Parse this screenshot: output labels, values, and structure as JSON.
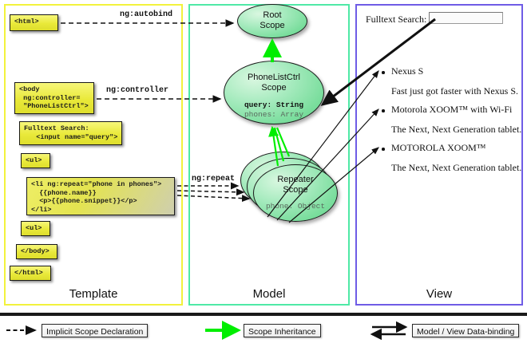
{
  "columns": {
    "template": {
      "label": "Template",
      "border_color": "#f2f23c"
    },
    "model": {
      "label": "Model",
      "border_color": "#4fe9a6"
    },
    "view": {
      "label": "View",
      "border_color": "#6f5ce6"
    }
  },
  "template_boxes": [
    {
      "id": "html-open",
      "text": "<html>"
    },
    {
      "id": "body-open",
      "text": "<body\n ng:controller=\n \"PhoneListCtrl\">"
    },
    {
      "id": "search",
      "text": "Fulltext Search:\n   <input name=\"query\">"
    },
    {
      "id": "ul-open",
      "text": "<ul>"
    },
    {
      "id": "li-repeat",
      "text": "<li ng:repeat=\"phone in phones\">\n  {{phone.name}}\n  <p>{{phone.snippet}}</p>\n</li>"
    },
    {
      "id": "ul-close",
      "text": "<ul>"
    },
    {
      "id": "body-close",
      "text": "</body>"
    },
    {
      "id": "html-close",
      "text": "</html>"
    }
  ],
  "connector_labels": [
    {
      "id": "ng-autobind",
      "text": "ng:autobind"
    },
    {
      "id": "ng-controller",
      "text": "ng:controller"
    },
    {
      "id": "ng-repeat",
      "text": "ng:repeat"
    }
  ],
  "scopes": [
    {
      "id": "root",
      "title_line1": "Root",
      "title_line2": "Scope",
      "props": []
    },
    {
      "id": "phonelistctrl",
      "title_line1": "PhoneListCtrl",
      "title_line2": "Scope",
      "props": [
        {
          "text": "query: String",
          "emphasis": "bold"
        },
        {
          "text": "phones: Array",
          "emphasis": "dim"
        }
      ]
    },
    {
      "id": "repeater",
      "title_line1": "Repeater",
      "title_line2": "Scope",
      "props": [
        {
          "text": "phone: Object",
          "emphasis": "dim"
        }
      ]
    }
  ],
  "view": {
    "search_label": "Fulltext Search:",
    "search_value": "",
    "search_placeholder": "",
    "items": [
      {
        "name": "Nexus S",
        "snippet": "Fast just got faster with Nexus S."
      },
      {
        "name": "Motorola XOOM™  with Wi-Fi",
        "snippet": "The Next, Next Generation tablet."
      },
      {
        "name": "MOTOROLA XOOM™",
        "snippet": "The Next, Next Generation tablet."
      }
    ]
  },
  "legend": [
    {
      "id": "implicit-scope-declaration",
      "label": "Implicit Scope Declaration",
      "arrow": "dashed-black",
      "color": "#111111"
    },
    {
      "id": "scope-inheritance",
      "label": "Scope Inheritance",
      "arrow": "solid-green",
      "color": "#00ee00"
    },
    {
      "id": "model-view-data-binding",
      "label": "Model / View Data-binding",
      "arrow": "double-black",
      "color": "#111111"
    }
  ]
}
